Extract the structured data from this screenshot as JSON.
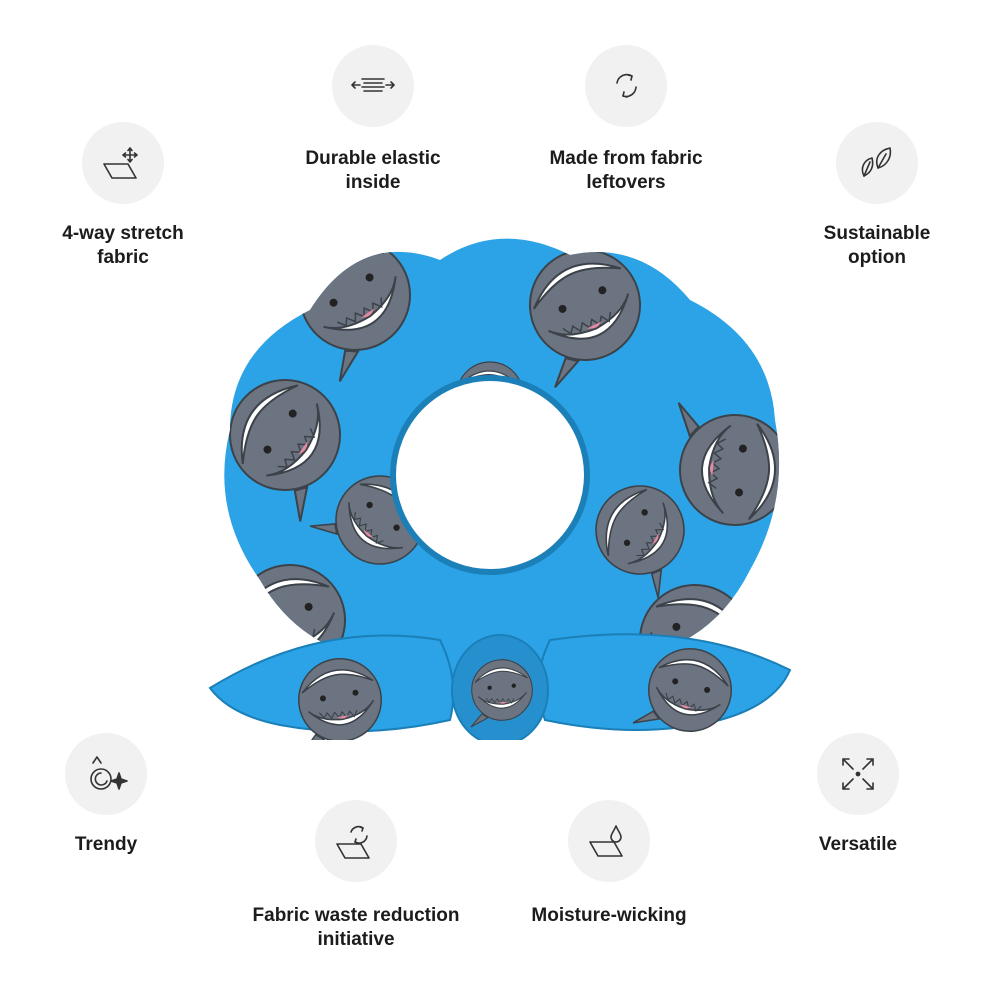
{
  "features": [
    {
      "id": "stretch",
      "icon": "stretch-fabric-icon",
      "label": "4-way stretch\nfabric"
    },
    {
      "id": "elastic",
      "icon": "elastic-icon",
      "label": "Durable elastic\ninside"
    },
    {
      "id": "leftovers",
      "icon": "recycle-icon",
      "label": "Made from fabric\nleftovers"
    },
    {
      "id": "sustainable",
      "icon": "leaves-icon",
      "label": "Sustainable\noption"
    },
    {
      "id": "trendy",
      "icon": "trendy-icon",
      "label": "Trendy"
    },
    {
      "id": "waste",
      "icon": "fabric-recycle-icon",
      "label": "Fabric waste reduction\ninitiative"
    },
    {
      "id": "moisture",
      "icon": "moisture-drop-icon",
      "label": "Moisture-wicking"
    },
    {
      "id": "versatile",
      "icon": "expand-arrows-icon",
      "label": "Versatile"
    }
  ],
  "colors": {
    "fabric": "#2ba3e6",
    "shark_body": "#6b7480",
    "shark_belly": "#ffffff",
    "icon_bg": "#f1f1f1",
    "text": "#1c1c1c"
  }
}
